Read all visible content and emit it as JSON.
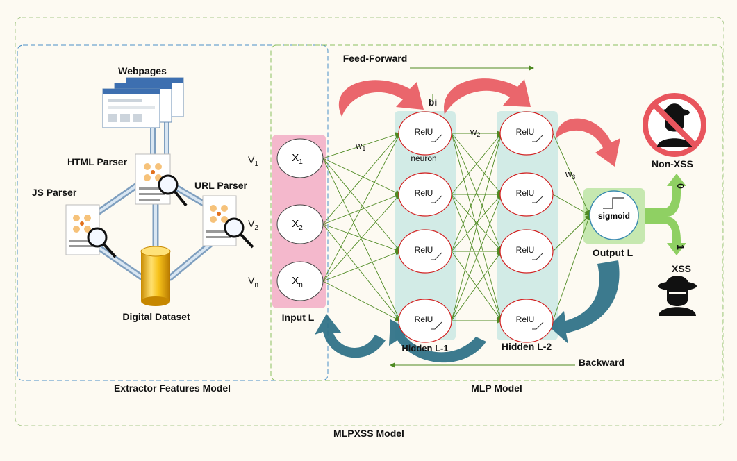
{
  "diagram": {
    "outer_title": "MLPXSS Model",
    "extractor_title": "Extractor Features Model",
    "mlp_title": "MLP Model",
    "webpages_label": "Webpages",
    "html_parser_label": "HTML Parser",
    "js_parser_label": "JS Parser",
    "url_parser_label": "URL Parser",
    "dataset_label": "Digital Dataset",
    "feed_forward_label": "Feed-Forward",
    "backward_label": "Backward",
    "bias_label": "bi",
    "neuron_label": "neuron",
    "input_layer_label": "Input L",
    "hidden1_label": "Hidden L-1",
    "hidden2_label": "Hidden L-2",
    "output_layer_label": "Output L",
    "relu_label": "RelU",
    "sigmoid_label": "sigmoid",
    "non_xss_label": "Non-XSS",
    "xss_label": "XSS",
    "output_zero": "0",
    "output_one": "1",
    "inputs": [
      {
        "v_base": "V",
        "v_sub": "1",
        "x_base": "X",
        "x_sub": "1"
      },
      {
        "v_base": "V",
        "v_sub": "2",
        "x_base": "X",
        "x_sub": "2"
      },
      {
        "v_base": "V",
        "v_sub": "n",
        "x_base": "X",
        "x_sub": "n"
      }
    ],
    "weights": [
      {
        "base": "w",
        "sub": "1"
      },
      {
        "base": "w",
        "sub": "2"
      },
      {
        "base": "w",
        "sub": "3"
      }
    ],
    "colors": {
      "input_panel": "#f4b8cc",
      "hidden_panel": "#d2ebe6",
      "output_panel": "#c6e8b0",
      "neuron_border": "#d32222",
      "connection": "#4e8a22",
      "red_arrow": "#e8555d",
      "teal_arrow": "#2b6f86",
      "dashed_blue": "#4a90c8",
      "dashed_green": "#8cc060"
    }
  }
}
